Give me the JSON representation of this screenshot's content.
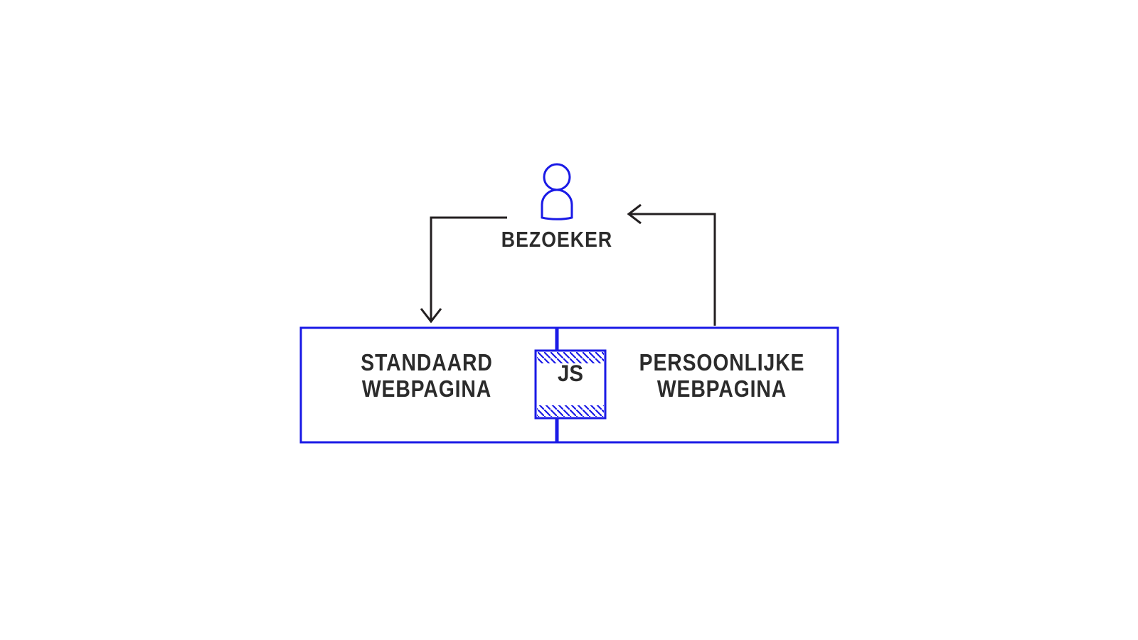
{
  "diagram": {
    "title_text": "BEZOEKER",
    "colors": {
      "blue": "#1a1ae6",
      "ink": "#2b2b2b",
      "arrow": "#231f20",
      "background": "#ffffff"
    },
    "nodes": {
      "visitor": {
        "icon": "person-icon",
        "label": "BEZOEKER"
      },
      "standard_page": {
        "label": "STANDAARD\nWEBPAGINA"
      },
      "personal_page": {
        "label": "PERSOONLIJKE\nWEBPAGINA"
      },
      "js_module": {
        "label": "JS"
      }
    },
    "edges": [
      {
        "name": "visitor-to-standard-page",
        "direction": "down",
        "from": "visitor",
        "to": "standard_page"
      },
      {
        "name": "personal-page-to-visitor",
        "direction": "left",
        "from": "personal_page",
        "to": "visitor"
      }
    ]
  }
}
